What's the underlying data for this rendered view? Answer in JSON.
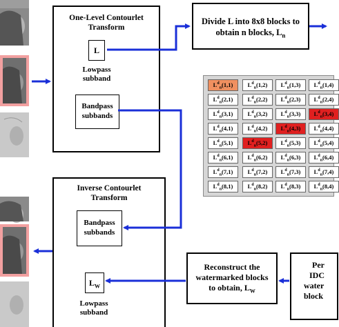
{
  "forward_transform": {
    "title_line1": "One-Level Contourlet",
    "title_line2": "Transform",
    "lowpass_symbol": "L",
    "lowpass_label_line1": "Lowpass",
    "lowpass_label_line2": "subband",
    "bandpass_label_line1": "Bandpass",
    "bandpass_label_line2": "subbands"
  },
  "divide_step": {
    "line1": "Divide L into 8x8 blocks to",
    "line2_prefix": "obtain n blocks, L",
    "line2_sub": "n"
  },
  "block_grid": {
    "symbol": "L",
    "sup": "d",
    "sub": "n",
    "rows": [
      [
        "(1,1)",
        "(1,2)",
        "(1,3)",
        "(1,4)"
      ],
      [
        "(2,1)",
        "(2,2)",
        "(2,3)",
        "(2,4)"
      ],
      [
        "(3,1)",
        "(3,2)",
        "(3,3)",
        "(3,4)"
      ],
      [
        "(4,1)",
        "(4,2)",
        "(4,3)",
        "(4,4)"
      ],
      [
        "(5,1)",
        "(5,2)",
        "(5,3)",
        "(5,4)"
      ],
      [
        "(6,1)",
        "(6,2)",
        "(6,3)",
        "(6,4)"
      ],
      [
        "(7,1)",
        "(7,2)",
        "(7,3)",
        "(7,4)"
      ],
      [
        "(8,1)",
        "(8,2)",
        "(8,3)",
        "(8,4)"
      ]
    ],
    "highlighted_red": [
      "(3,4)",
      "(4,3)",
      "(5,2)"
    ],
    "highlighted_orange": [
      "(1,1)"
    ],
    "highlight_red_color": "#e02020",
    "highlight_orange_color": "#f09060"
  },
  "inverse_transform": {
    "title_line1": "Inverse Contourlet",
    "title_line2": "Transform",
    "bandpass_label_line1": "Bandpass",
    "bandpass_label_line2": "subbands",
    "lowpass_symbol": "L",
    "lowpass_symbol_sub": "W",
    "lowpass_label_line1": "Lowpass",
    "lowpass_label_line2": "subband"
  },
  "reconstruct_step": {
    "line1": "Reconstruct the",
    "line2": "watermarked blocks",
    "line3_prefix": "to obtain, L",
    "line3_sub": "W"
  },
  "idct_step_partial": {
    "line1": "Per",
    "line2": "IDC",
    "line3": "water",
    "line4": "block"
  },
  "colors": {
    "arrow": "#1a2fd8",
    "thumb_border": "#f2a0a0"
  }
}
